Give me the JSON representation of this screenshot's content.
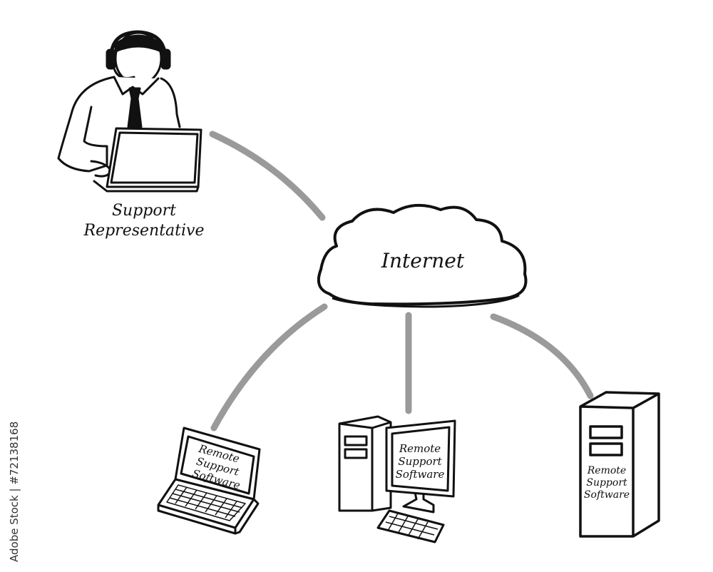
{
  "diagram": {
    "nodes": {
      "support": {
        "label_line1": "Support",
        "label_line2": "Representative"
      },
      "internet": {
        "label": "Internet"
      },
      "laptop": {
        "line1": "Remote",
        "line2": "Support",
        "line3": "Software"
      },
      "desktop": {
        "line1": "Remote",
        "line2": "Support",
        "line3": "Software"
      },
      "server": {
        "line1": "Remote",
        "line2": "Support",
        "line3": "Software"
      }
    },
    "edges": [
      {
        "from": "support",
        "to": "internet"
      },
      {
        "from": "internet",
        "to": "laptop"
      },
      {
        "from": "internet",
        "to": "desktop"
      },
      {
        "from": "internet",
        "to": "server"
      }
    ],
    "colors": {
      "line": "#111111",
      "connector": "#9a9a9a",
      "background": "#ffffff"
    }
  },
  "watermark": {
    "text": "Adobe Stock | #72138168"
  }
}
